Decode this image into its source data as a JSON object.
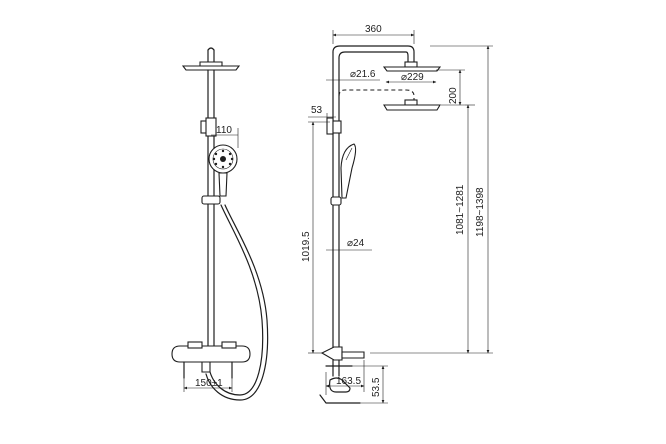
{
  "dimensions": {
    "front_handshower_offset": "110",
    "front_mixer_centers": "150±1",
    "arm_length": "360",
    "arm_tube_diameter": "⌀21.6",
    "head_diameter": "⌀229",
    "head_drop": "200",
    "bracket_offset": "53",
    "pipe_diameter": "⌀24",
    "bar_height": "1019.5",
    "adjust_range_low": "1081~1281",
    "adjust_range_high": "1198~1398",
    "mixer_projection": "163.5",
    "mixer_height": "53.5"
  },
  "colors": {
    "line": "#1e1e1e",
    "background": "#ffffff"
  }
}
